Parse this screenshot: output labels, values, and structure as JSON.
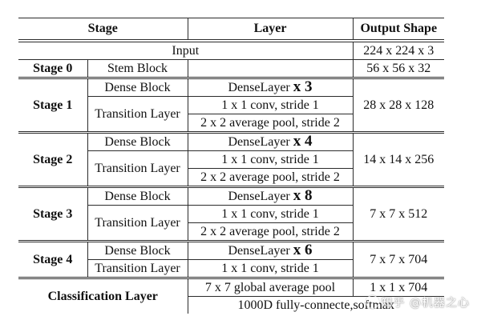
{
  "header": {
    "stage": "Stage",
    "layer": "Layer",
    "output": "Output Shape"
  },
  "input_row": {
    "label": "Input",
    "output": "224 x 224 x 3"
  },
  "stage0": {
    "stage": "Stage 0",
    "block": "Stem Block",
    "output": "56 x 56 x 32"
  },
  "stages": [
    {
      "stage": "Stage 1",
      "dense_block": "Dense Block",
      "dense_layer": "DenseLayer",
      "dense_mult": "x 3",
      "transition": "Transition Layer",
      "conv": "1 x 1 conv, stride 1",
      "pool": "2 x 2 average pool, stride 2",
      "output": "28 x 28 x 128"
    },
    {
      "stage": "Stage 2",
      "dense_block": "Dense Block",
      "dense_layer": "DenseLayer",
      "dense_mult": "x 4",
      "transition": "Transition Layer",
      "conv": "1 x 1 conv, stride 1",
      "pool": "2 x 2 average pool, stride 2",
      "output": "14 x 14 x 256"
    },
    {
      "stage": "Stage 3",
      "dense_block": "Dense Block",
      "dense_layer": "DenseLayer",
      "dense_mult": "x 8",
      "transition": "Transition Layer",
      "conv": "1 x 1 conv, stride 1",
      "pool": "2 x 2 average pool, stride 2",
      "output": "7 x 7 x 512"
    }
  ],
  "stage4": {
    "stage": "Stage 4",
    "dense_block": "Dense Block",
    "dense_layer": "DenseLayer",
    "dense_mult": "x 6",
    "transition": "Transition Layer",
    "conv": "1 x 1 conv, stride 1",
    "output": "7 x 7 x 704"
  },
  "classification": {
    "stage": "Classification Layer",
    "pool": "7 x 7 global average pool",
    "pool_output": "1 x 1 x 704",
    "fc": "1000D fully-connecte,softmax"
  },
  "watermark": {
    "text": "知乎 @机器之心"
  }
}
